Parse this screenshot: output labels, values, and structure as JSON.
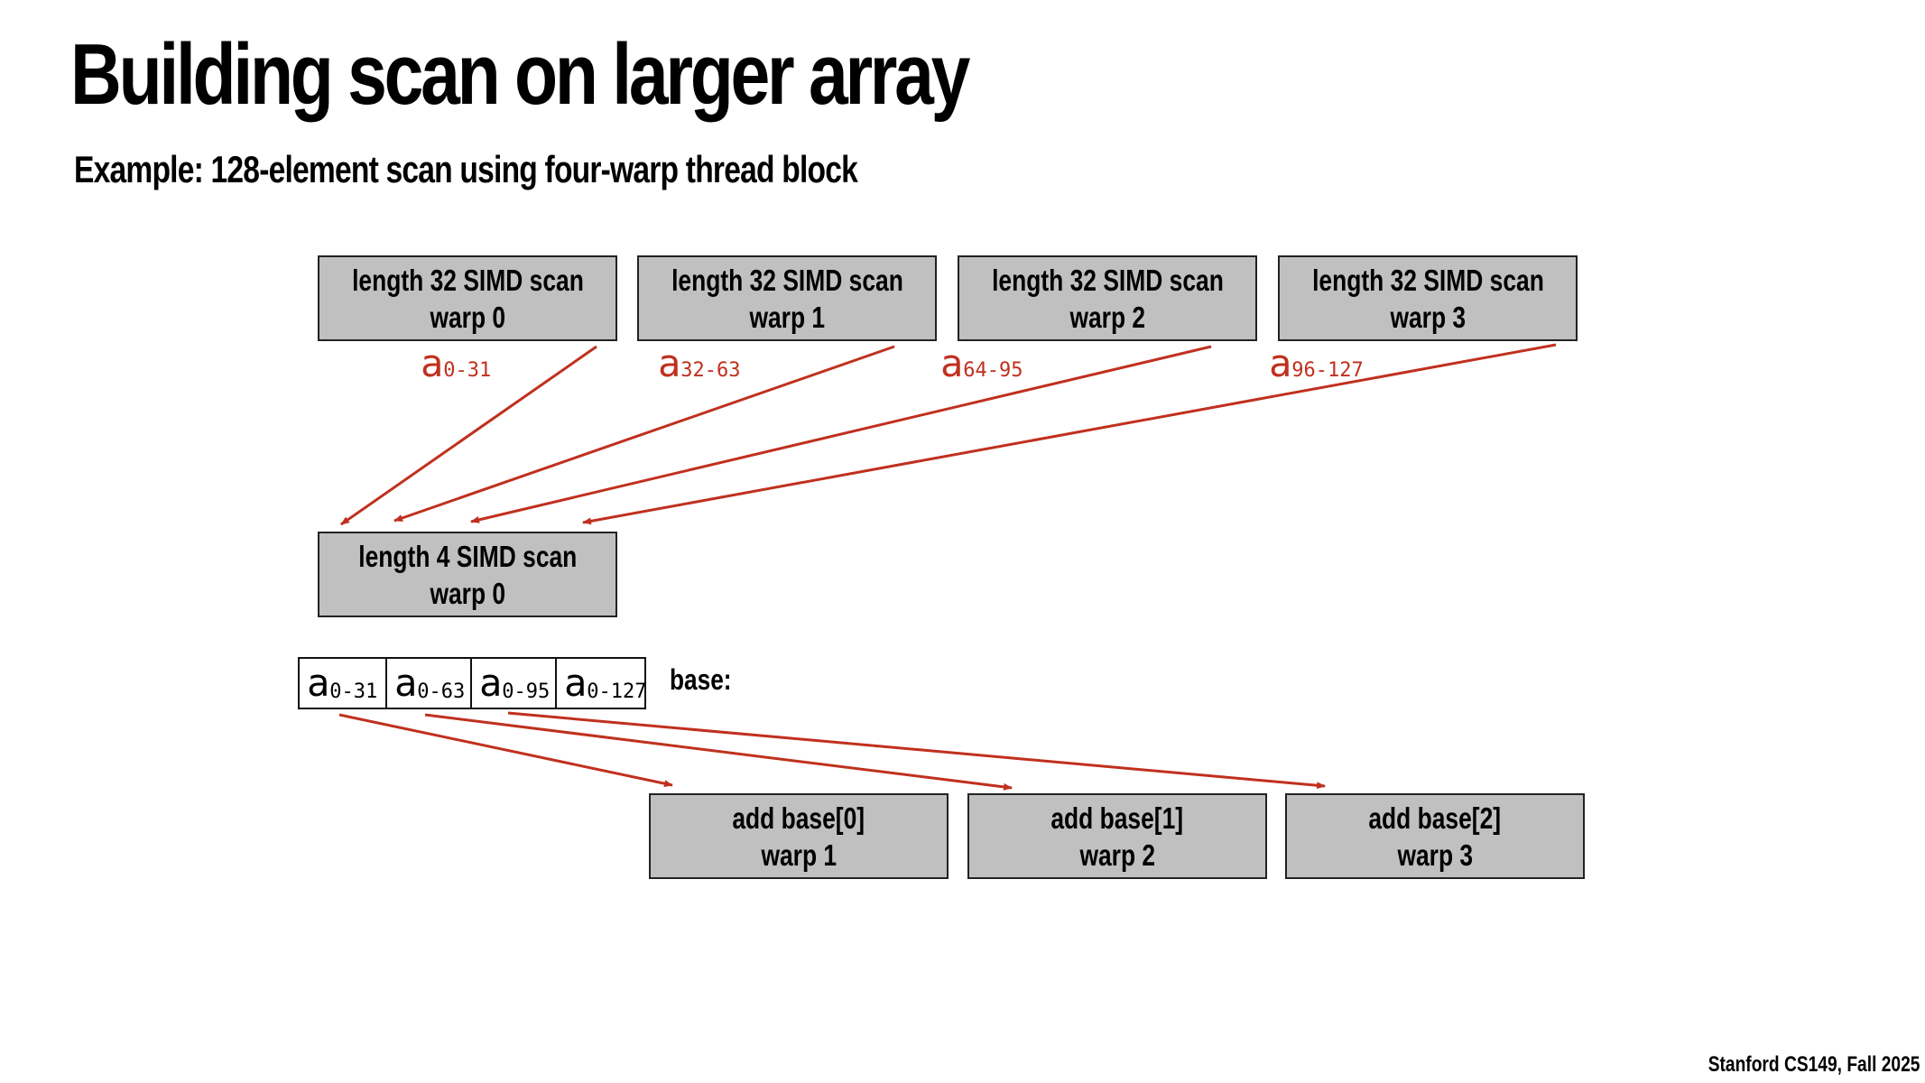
{
  "title": "Building scan on larger array",
  "subtitle": "Example: 128-element scan using four-warp thread block",
  "warp_boxes": [
    {
      "line1": "length 32 SIMD scan",
      "line2": "warp 0"
    },
    {
      "line1": "length 32 SIMD scan",
      "line2": "warp 1"
    },
    {
      "line1": "length 32 SIMD scan",
      "line2": "warp 2"
    },
    {
      "line1": "length 32 SIMD scan",
      "line2": "warp 3"
    }
  ],
  "partial_labels": [
    {
      "a": "a",
      "sub": "0-31"
    },
    {
      "a": "a",
      "sub": "32-63"
    },
    {
      "a": "a",
      "sub": "64-95"
    },
    {
      "a": "a",
      "sub": "96-127"
    }
  ],
  "scan4_box": {
    "line1": "length 4 SIMD scan",
    "line2": "warp 0"
  },
  "base_cells": [
    {
      "a": "a",
      "sub": "0-31"
    },
    {
      "a": "a",
      "sub": "0-63"
    },
    {
      "a": "a",
      "sub": "0-95"
    },
    {
      "a": "a",
      "sub": "0-127"
    }
  ],
  "base_label": "base:",
  "add_boxes": [
    {
      "line1": "add base[0]",
      "line2": "warp 1"
    },
    {
      "line1": "add base[1]",
      "line2": "warp 2"
    },
    {
      "line1": "add base[2]",
      "line2": "warp 3"
    }
  ],
  "footer": "Stanford CS149, Fall 2025",
  "colors": {
    "arrow": "#c0301e",
    "box_fill": "#c0c0c0",
    "label_red": "#c0301e"
  }
}
